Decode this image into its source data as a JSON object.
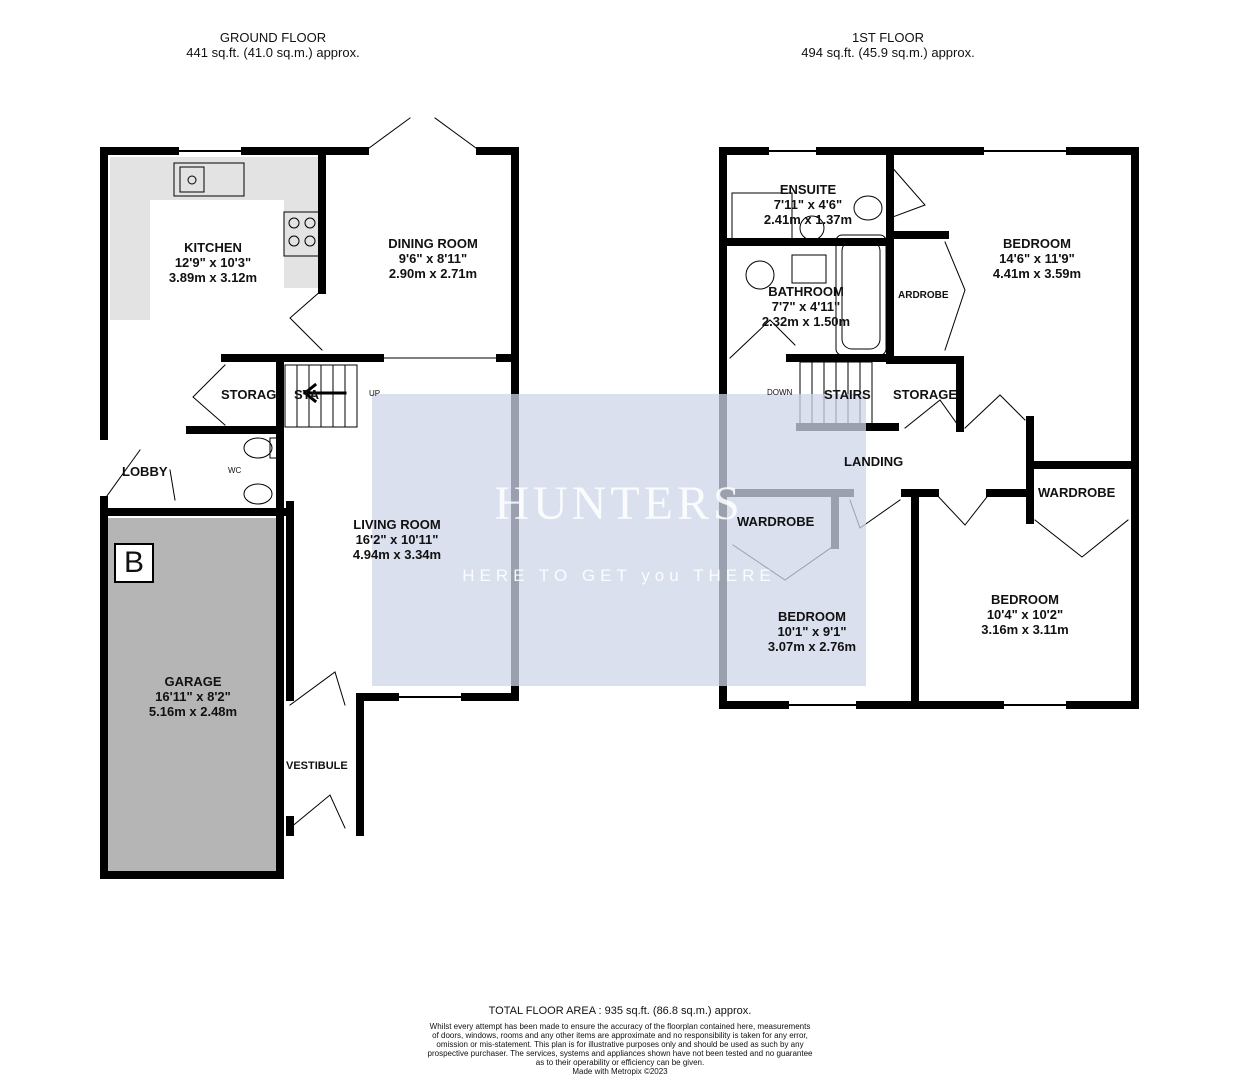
{
  "headers": {
    "ground": {
      "name": "GROUND FLOOR",
      "area": "441 sq.ft. (41.0 sq.m.) approx."
    },
    "first": {
      "name": "1ST FLOOR",
      "area": "494 sq.ft. (45.9 sq.m.) approx."
    }
  },
  "rooms": {
    "kitchen": {
      "name": "KITCHEN",
      "imperial": "12'9\"  x 10'3\"",
      "metric": "3.89m  x 3.12m"
    },
    "dining": {
      "name": "DINING ROOM",
      "imperial": "9'6\"  x 8'11\"",
      "metric": "2.90m  x 2.71m"
    },
    "storage_ground": {
      "name": "STORAG"
    },
    "stairs_ground": {
      "name": "STA"
    },
    "up": "UP",
    "lobby": {
      "name": "LOBBY"
    },
    "wc": {
      "name": "WC"
    },
    "living": {
      "name": "LIVING ROOM",
      "imperial": "16'2\"  x 10'11\"",
      "metric": "4.94m  x 3.34m"
    },
    "garage": {
      "name": "GARAGE",
      "imperial": "16'11\"  x 8'2\"",
      "metric": "5.16m  x 2.48m"
    },
    "vestibule": {
      "name": "VESTIBULE"
    },
    "ensuite": {
      "name": "ENSUITE",
      "imperial": "7'11\"  x 4'6\"",
      "metric": "2.41m  x 1.37m"
    },
    "bathroom": {
      "name": "BATHROOM",
      "imperial": "7'7\"  x 4'11\"",
      "metric": "2.32m  x 1.50m"
    },
    "bedroom1": {
      "name": "BEDROOM",
      "imperial": "14'6\"  x 11'9\"",
      "metric": "4.41m  x 3.59m"
    },
    "wardrobe_partial": {
      "name": "ARDROBE"
    },
    "down": "DOWN",
    "stairs_first": {
      "name": "STAIRS"
    },
    "storage_first": {
      "name": "STORAGE"
    },
    "landing": {
      "name": "LANDING"
    },
    "wardrobe_left": {
      "name": "WARDROBE"
    },
    "wardrobe_right": {
      "name": "WARDROBE"
    },
    "bedroom2": {
      "name": "BEDROOM",
      "imperial": "10'1\"  x 9'1\"",
      "metric": "3.07m  x 2.76m"
    },
    "bedroom3": {
      "name": "BEDROOM",
      "imperial": "10'4\"  x 10'2\"",
      "metric": "3.16m  x 3.11m"
    }
  },
  "epc_badge": "B",
  "watermark": {
    "brand": "HUNTERS",
    "tagline": "HERE TO GET you THERE"
  },
  "footer": {
    "total": "TOTAL FLOOR AREA : 935 sq.ft. (86.8 sq.m.) approx.",
    "lines": [
      "Whilst every attempt has been made to ensure the accuracy of the floorplan contained here, measurements",
      "of doors, windows, rooms and any other items are approximate and no responsibility is taken for any error,",
      "omission or mis-statement. This plan is for illustrative purposes only and should be used as such by any",
      "prospective purchaser. The services, systems and appliances shown have not been tested and no guarantee",
      "as to their operability or efficiency can be given.",
      "Made with Metropix ©2023"
    ]
  },
  "colors": {
    "wall": "#000000",
    "garage_fill": "#b5b5b5",
    "kitchen_fill": "#e3e3e3",
    "watermark": "#cdd6e8"
  }
}
